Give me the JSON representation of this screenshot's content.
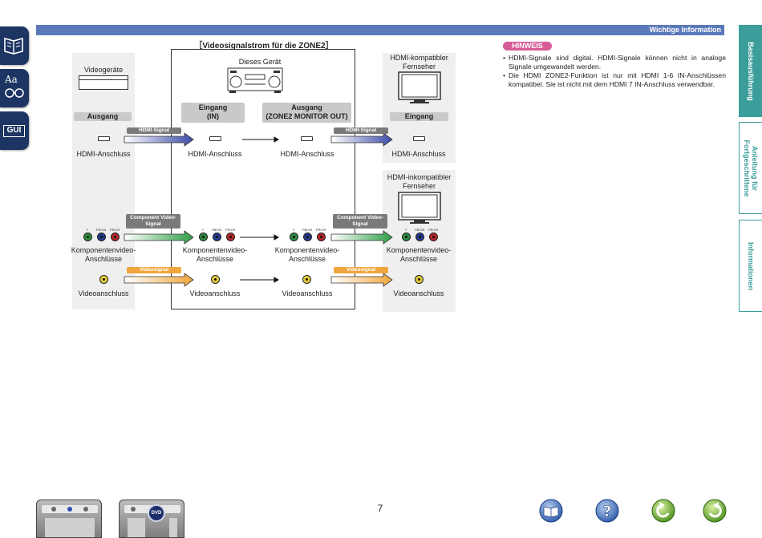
{
  "header": {
    "title": "Wichtige Information"
  },
  "right_tabs": [
    {
      "label": "Basisausführung"
    },
    {
      "label": "Anleitung für\nFortgeschrittene"
    },
    {
      "label": "Informationen"
    }
  ],
  "left_tabs": {
    "gui_label": "GUI",
    "dict_label": "Aa"
  },
  "diagram": {
    "title": "［Videosignalstrom für die ZONE2］",
    "source": {
      "device_label": "Videogeräte",
      "output_label": "Ausgang"
    },
    "this_unit": {
      "device_label": "Dieses Gerät",
      "input_label": "Eingang\n(IN)",
      "output_label": "Ausgang\n(ZONE2 MONITOR OUT)"
    },
    "hdmi_tv": {
      "device_label": "HDMI-kompatibler\nFernseher",
      "input_label": "Eingang"
    },
    "non_hdmi_tv": {
      "device_label": "HDMI-inkompatibler\nFernseher"
    },
    "hdmi_connector": "HDMI-Anschluss",
    "component_connector": "Komponentenvideo-\nAnschlüsse",
    "video_connector": "Videoanschluss",
    "hdmi_signal": "HDMI-Signal",
    "component_signal": "Component Video-\nSignal",
    "video_signal": "Videosignal",
    "rca_labels": {
      "y": "Y",
      "pb": "PB/CB",
      "pr": "PR/CR"
    }
  },
  "notes": {
    "badge": "HINWEIS",
    "items": [
      "HDMI-Signale sind digital. HDMI-Signale können nicht in analoge Signale umgewandelt werden.",
      "Die HDMI ZONE2-Funktion ist nur mit HDMI 1-6 IN-Anschlüssen kompatibel. Sie ist nicht mit dem HDMI 7 IN-Anschluss verwendbar."
    ]
  },
  "footer": {
    "page_number": "7",
    "thumb_dvd_label": "DVD"
  },
  "colors": {
    "header_bar": "#5b78b8",
    "tab_teal": "#3c9e9b",
    "left_tab_navy": "#1d3563",
    "hinweis_pink": "#d65c97",
    "hdmi_arrow": "#3b4aa8",
    "component_arrow": "#2e9e46",
    "video_arrow": "#f0a63c"
  }
}
